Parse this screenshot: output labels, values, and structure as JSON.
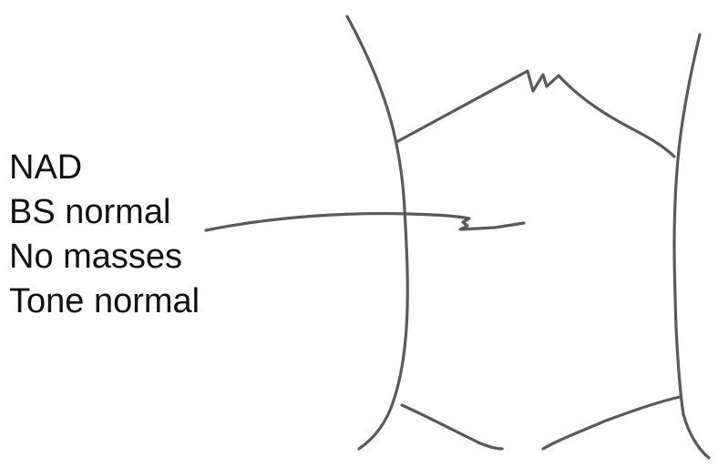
{
  "notes": {
    "lines": [
      "NAD",
      "BS normal",
      "No masses",
      "Tone normal"
    ]
  },
  "drawing": {
    "stroke_color": "#5a5a5a"
  }
}
